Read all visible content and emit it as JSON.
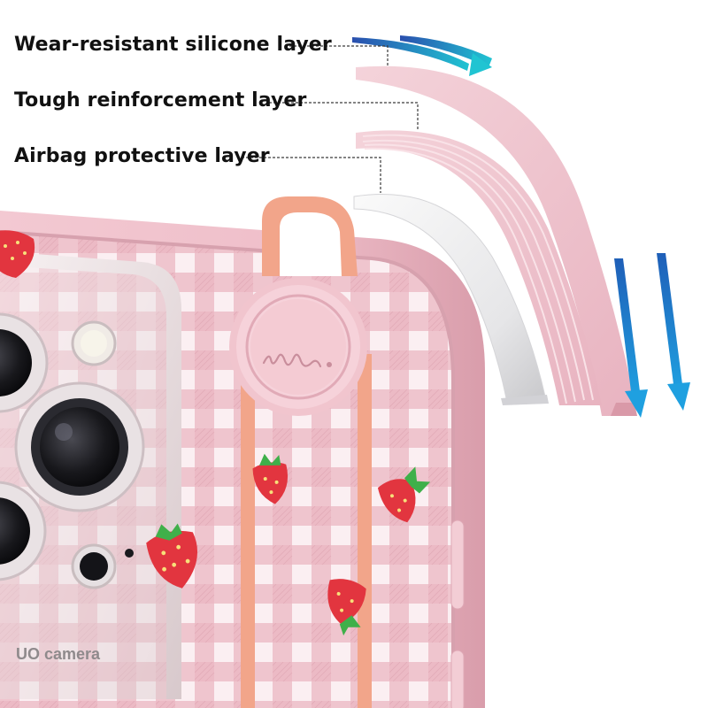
{
  "callouts": [
    {
      "label": "Wear-resistant silicone layer"
    },
    {
      "label": "Tough reinforcement layer"
    },
    {
      "label": "Airbag protective layer"
    }
  ],
  "case_print": {
    "camera_text": "UO camera"
  },
  "colors": {
    "case_pink": "#f0c6cf",
    "gingham_dark": "#e7b0bb",
    "gingham_light": "#fbeff2",
    "strap_peach": "#f2a58a",
    "strawberry_red": "#e2353f",
    "leaf_green": "#3fb04a",
    "arrow_blue": "#1e88d8",
    "arrow_teal": "#1fb5c8"
  },
  "icons": [
    "strawberry-icon",
    "arrow-down-icon",
    "arrow-curved-icon",
    "signature-logo-icon"
  ]
}
